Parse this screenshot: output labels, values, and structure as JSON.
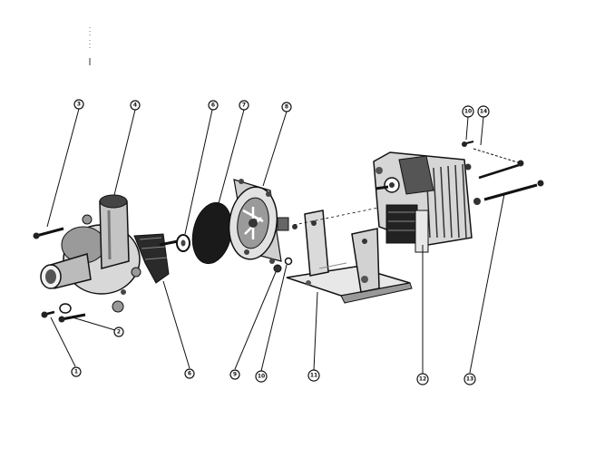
{
  "diagram": {
    "type": "exploded-parts-view",
    "callouts": [
      {
        "id": "c3",
        "label": "3"
      },
      {
        "id": "c4",
        "label": "4"
      },
      {
        "id": "c6a",
        "label": "6"
      },
      {
        "id": "c7",
        "label": "7"
      },
      {
        "id": "c8",
        "label": "8"
      },
      {
        "id": "c10",
        "label": "10"
      },
      {
        "id": "c14",
        "label": "14"
      },
      {
        "id": "c2",
        "label": "2"
      },
      {
        "id": "c1",
        "label": "1"
      },
      {
        "id": "c6b",
        "label": "6"
      },
      {
        "id": "c9",
        "label": "9"
      },
      {
        "id": "c10b",
        "label": "10"
      },
      {
        "id": "c11",
        "label": "11"
      },
      {
        "id": "c12",
        "label": "12"
      },
      {
        "id": "c13",
        "label": "13"
      }
    ]
  }
}
